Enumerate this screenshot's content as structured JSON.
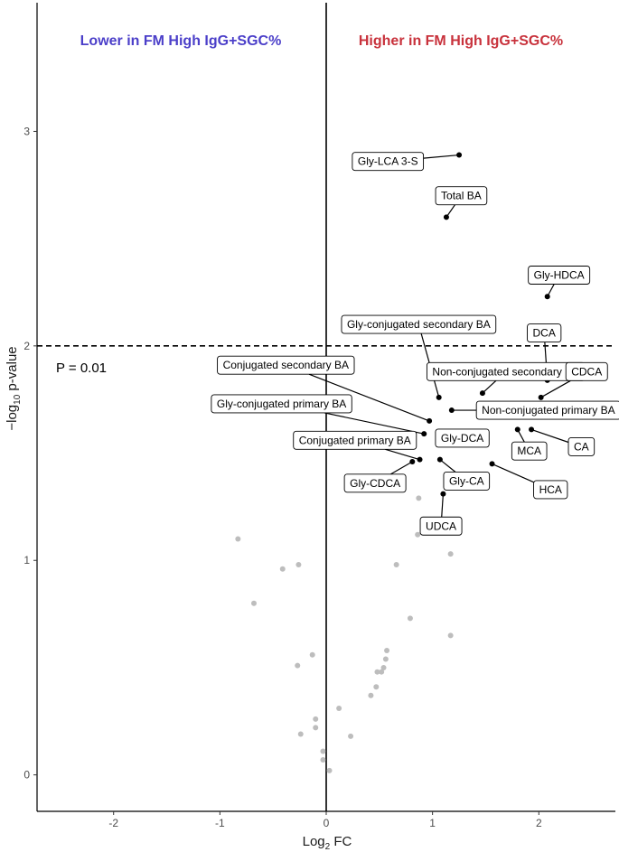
{
  "chart_data": {
    "type": "scatter",
    "title": "",
    "xlabel": "Log",
    "xlabel_sub": "2",
    "xlabel_suffix": " FC",
    "ylabel": "−log",
    "ylabel_sub": "10",
    "ylabel_suffix": " p-value",
    "xlim": [
      -2.72,
      2.72
    ],
    "ylim": [
      -0.17,
      3.6
    ],
    "x_ticks": [
      -2,
      -1,
      0,
      1,
      2
    ],
    "x_tick_labels": [
      "-2",
      "-1",
      "0",
      "1",
      "2"
    ],
    "y_ticks": [
      0,
      1,
      2,
      3
    ],
    "y_tick_labels": [
      "0",
      "1",
      "2",
      "3"
    ],
    "grid": false,
    "colors": {
      "significant": "#000000",
      "nonsignificant": "#bdbdbd",
      "lower": "#4b3fc9",
      "higher": "#c8323c"
    },
    "regions": {
      "lower": "Lower in FM High IgG+SGC%",
      "higher": "Higher in FM High IgG+SGC%"
    },
    "threshold": {
      "y": 2.0,
      "label": "P = 0.01"
    },
    "points_significant": [
      {
        "x": 1.25,
        "y": 2.89,
        "label": "Gly-LCA 3-S",
        "lx": 0.58,
        "ly": 2.86
      },
      {
        "x": 1.13,
        "y": 2.6,
        "label": "Total BA",
        "lx": 1.27,
        "ly": 2.7
      },
      {
        "x": 2.08,
        "y": 2.23,
        "label": "Gly-HDCA",
        "lx": 2.19,
        "ly": 2.33
      },
      {
        "x": 2.08,
        "y": 1.84,
        "label": "DCA",
        "lx": 2.05,
        "ly": 2.06
      },
      {
        "x": 1.06,
        "y": 1.76,
        "label": "Gly-conjugated secondary BA",
        "lx": 0.87,
        "ly": 2.1
      },
      {
        "x": 1.47,
        "y": 1.78,
        "label": "Non-conjugated secondary BA",
        "lx": 1.69,
        "ly": 1.88
      },
      {
        "x": 2.02,
        "y": 1.76,
        "label": "CDCA",
        "lx": 2.45,
        "ly": 1.88
      },
      {
        "x": 0.97,
        "y": 1.65,
        "label": "Conjugated secondary BA",
        "lx": -0.38,
        "ly": 1.91
      },
      {
        "x": 1.18,
        "y": 1.7,
        "label": "Non-conjugated primary BA",
        "lx": 2.09,
        "ly": 1.7
      },
      {
        "x": 0.92,
        "y": 1.59,
        "label": "Gly-conjugated primary BA",
        "lx": -0.42,
        "ly": 1.73
      },
      {
        "x": 1.8,
        "y": 1.61,
        "label": "MCA",
        "lx": 1.91,
        "ly": 1.51
      },
      {
        "x": 1.93,
        "y": 1.61,
        "label": "CA",
        "lx": 2.4,
        "ly": 1.53
      },
      {
        "x": 0.88,
        "y": 1.47,
        "label": "Conjugated primary BA",
        "lx": 0.27,
        "ly": 1.56
      },
      {
        "x": 1.12,
        "y": 1.59,
        "label": "Gly-DCA",
        "lx": 1.28,
        "ly": 1.57
      },
      {
        "x": 0.81,
        "y": 1.46,
        "label": "Gly-CDCA",
        "lx": 0.46,
        "ly": 1.36
      },
      {
        "x": 1.07,
        "y": 1.47,
        "label": "Gly-CA",
        "lx": 1.32,
        "ly": 1.37
      },
      {
        "x": 1.56,
        "y": 1.45,
        "label": "HCA",
        "lx": 2.11,
        "ly": 1.33
      },
      {
        "x": 1.1,
        "y": 1.31,
        "label": "UDCA",
        "lx": 1.08,
        "ly": 1.16
      }
    ],
    "points_nonsignificant": [
      [
        -0.83,
        1.1
      ],
      [
        -0.68,
        0.8
      ],
      [
        -0.41,
        0.96
      ],
      [
        -0.26,
        0.98
      ],
      [
        -0.27,
        0.51
      ],
      [
        -0.13,
        0.56
      ],
      [
        -0.1,
        0.26
      ],
      [
        -0.1,
        0.22
      ],
      [
        -0.24,
        0.19
      ],
      [
        -0.03,
        0.11
      ],
      [
        -0.03,
        0.07
      ],
      [
        0.03,
        0.02
      ],
      [
        0.12,
        0.31
      ],
      [
        0.23,
        0.18
      ],
      [
        0.42,
        0.37
      ],
      [
        0.47,
        0.41
      ],
      [
        0.48,
        0.48
      ],
      [
        0.52,
        0.48
      ],
      [
        0.54,
        0.5
      ],
      [
        0.56,
        0.54
      ],
      [
        0.57,
        0.58
      ],
      [
        0.66,
        0.98
      ],
      [
        0.79,
        0.73
      ],
      [
        0.86,
        1.12
      ],
      [
        0.87,
        1.29
      ],
      [
        1.17,
        1.03
      ],
      [
        1.17,
        0.65
      ]
    ]
  }
}
